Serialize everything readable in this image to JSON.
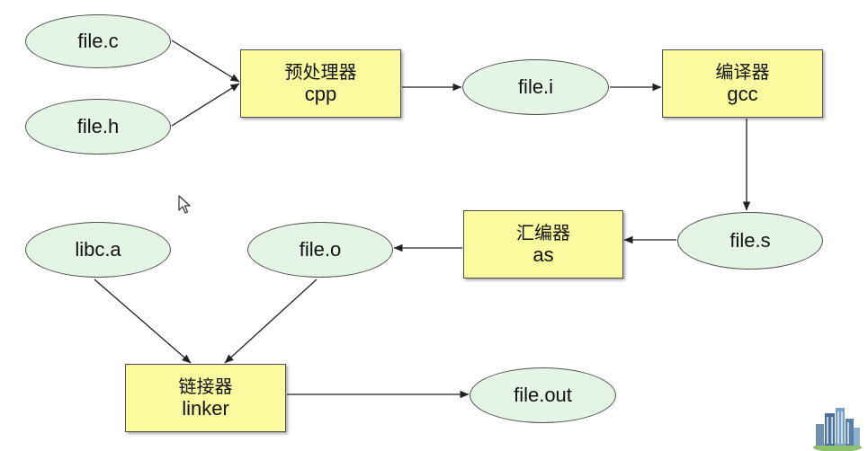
{
  "colors": {
    "process_fill": "#fafa9e",
    "file_fill": "#e5f5e5",
    "stroke": "#4f4f4f",
    "arrow": "#222222"
  },
  "nodes": [
    {
      "id": "file-c",
      "shape": "ellipse",
      "label": "file.c"
    },
    {
      "id": "file-h",
      "shape": "ellipse",
      "label": "file.h"
    },
    {
      "id": "preprocessor",
      "shape": "box",
      "name": "预处理器",
      "cmd": "cpp"
    },
    {
      "id": "file-i",
      "shape": "ellipse",
      "label": "file.i"
    },
    {
      "id": "compiler",
      "shape": "box",
      "name": "编译器",
      "cmd": "gcc"
    },
    {
      "id": "file-s",
      "shape": "ellipse",
      "label": "file.s"
    },
    {
      "id": "assembler",
      "shape": "box",
      "name": "汇编器",
      "cmd": "as"
    },
    {
      "id": "file-o",
      "shape": "ellipse",
      "label": "file.o"
    },
    {
      "id": "libc-a",
      "shape": "ellipse",
      "label": "libc.a"
    },
    {
      "id": "linker",
      "shape": "box",
      "name": "链接器",
      "cmd": "linker"
    },
    {
      "id": "file-out",
      "shape": "ellipse",
      "label": "file.out"
    }
  ],
  "edges": [
    {
      "from": "file-c",
      "to": "preprocessor"
    },
    {
      "from": "file-h",
      "to": "preprocessor"
    },
    {
      "from": "preprocessor",
      "to": "file-i"
    },
    {
      "from": "file-i",
      "to": "compiler"
    },
    {
      "from": "compiler",
      "to": "file-s"
    },
    {
      "from": "file-s",
      "to": "assembler"
    },
    {
      "from": "assembler",
      "to": "file-o"
    },
    {
      "from": "libc-a",
      "to": "linker"
    },
    {
      "from": "file-o",
      "to": "linker"
    },
    {
      "from": "linker",
      "to": "file-out"
    }
  ],
  "icons": {
    "cursor": "mouse-pointer-icon",
    "corner": "city-buildings-icon"
  }
}
